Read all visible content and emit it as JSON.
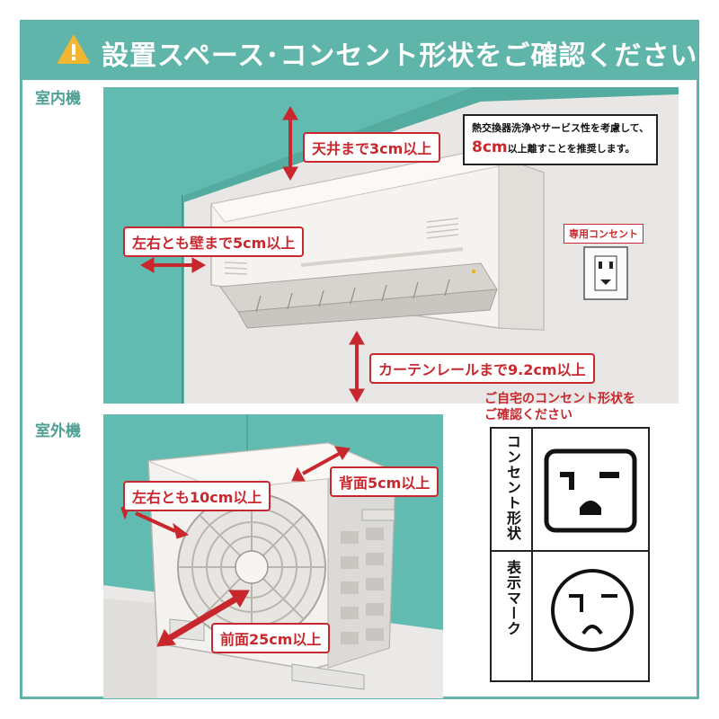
{
  "header": {
    "title": "設置スペース･コンセント形状をご確認ください",
    "bg_color": "#5fb5a9",
    "icon": "warning-icon"
  },
  "indoor": {
    "section_label": "室内機",
    "ceiling_clearance": "天井まで3cm以上",
    "note_line1": "熱交換器洗浄やサービス性を考慮して、",
    "note_highlight": "8cm",
    "note_line2_rest": "以上離すことを推奨します。",
    "side_clearance": "左右とも壁まで5cm以上",
    "curtain_clearance": "カーテンレールまで9.2cm以上",
    "dedicated_outlet_label": "専用コンセント"
  },
  "outdoor": {
    "section_label": "室外機",
    "side_clearance": "左右とも10cm以上",
    "back_clearance": "背面5cm以上",
    "front_clearance": "前面25cm以上"
  },
  "outlet_check": {
    "prompt_line1": "ご自宅のコンセント形状を",
    "prompt_line2": "ご確認ください",
    "row1_label": "コンセント形状",
    "row2_label": "表示マーク",
    "accent_color": "#c8282d"
  }
}
